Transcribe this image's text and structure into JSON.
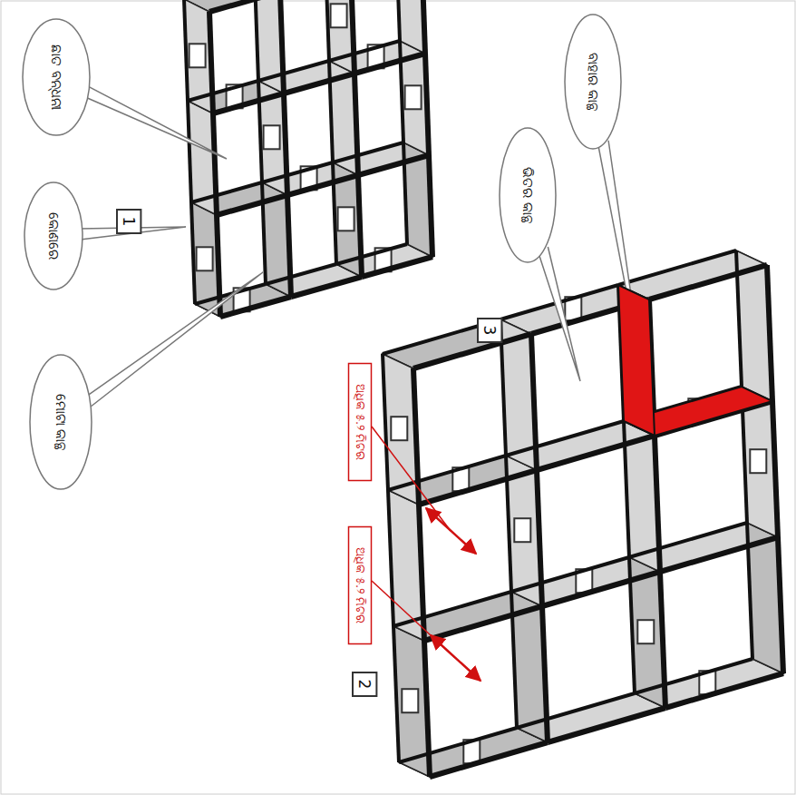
{
  "diagram": {
    "nodes": [
      {
        "text": [
          "ଛାତ ବନ୍ଧନୀ"
        ]
      },
      {
        "text": [
          "1"
        ]
      },
      {
        "text": [
          "କୋଣରେ"
        ]
      },
      {
        "text": [
          "ମୋଟା କାନ୍ଥ"
        ]
      },
      {
        "text": [
          "ଭିତର କାନ୍ଥ"
        ]
      },
      {
        "text": [
          "ବାହାର କାନ୍ଥ"
        ]
      },
      {
        "text": [
          "3"
        ]
      },
      {
        "text": [
          "ଅଧିକ ୫.୨ ମିଟର"
        ]
      },
      {
        "text": [
          "ଅଧିକ ୫.୨ ମିଟର"
        ]
      },
      {
        "text": [
          "2"
        ]
      }
    ]
  }
}
